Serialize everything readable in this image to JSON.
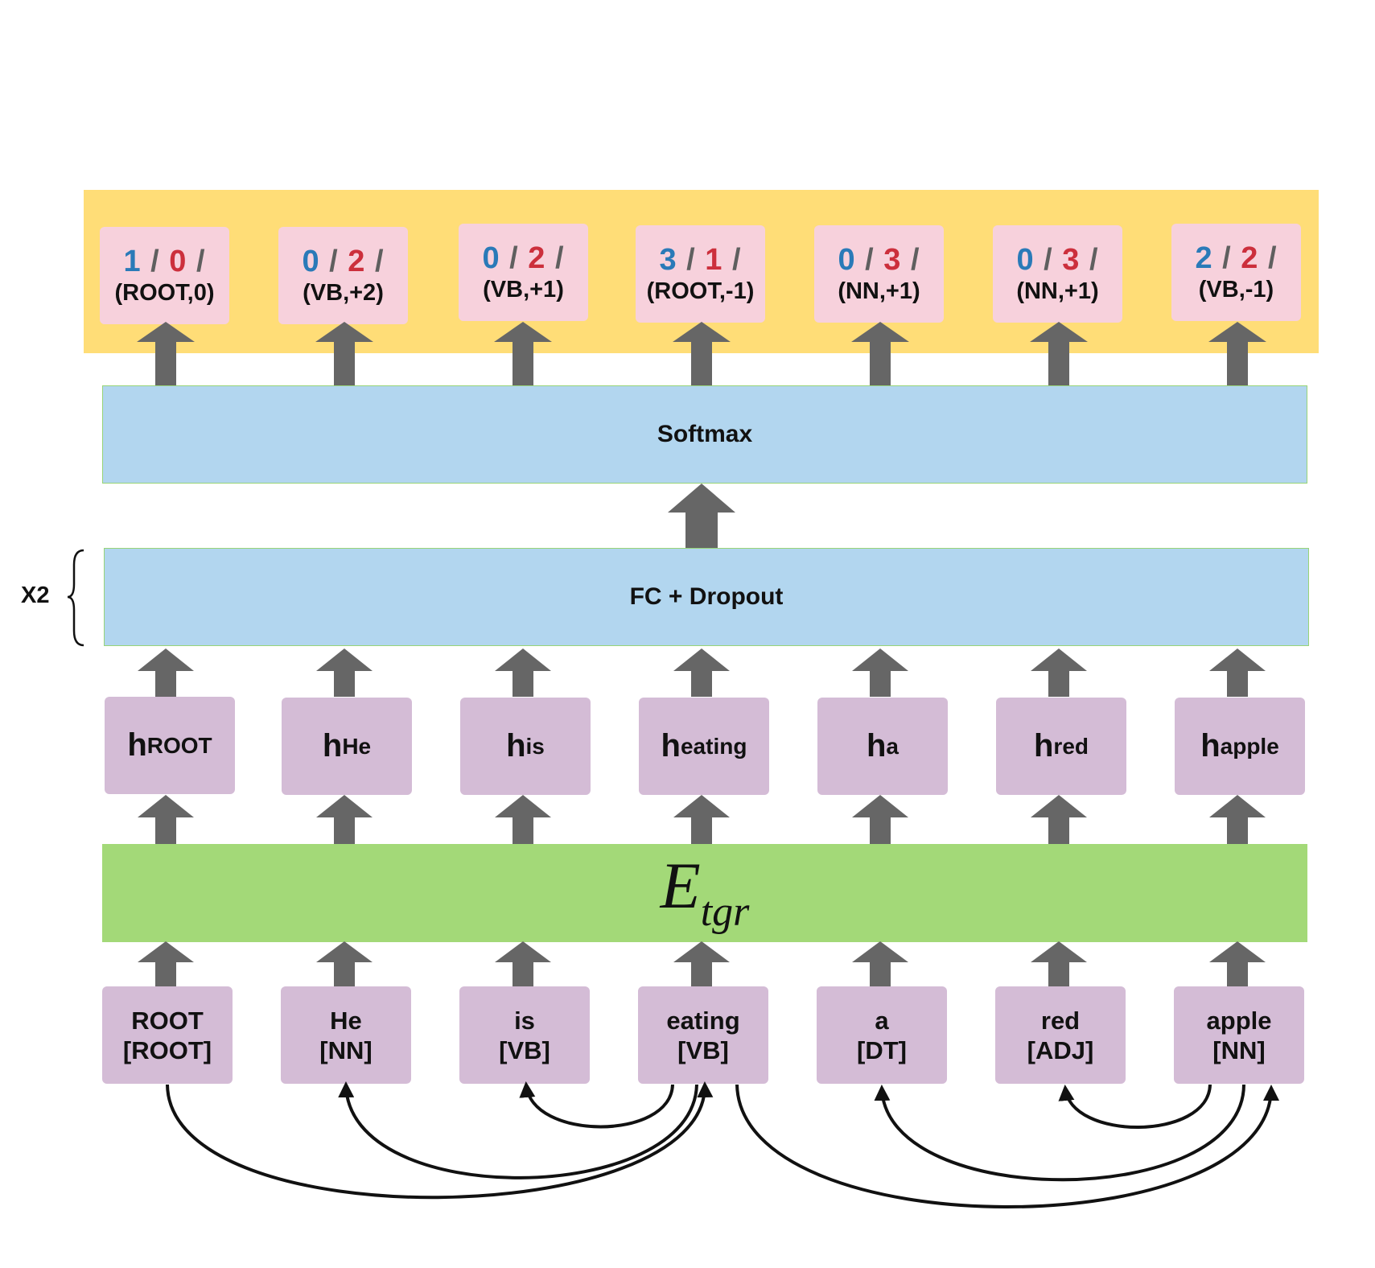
{
  "outputs": [
    {
      "head": "1",
      "rel": "0",
      "label": "(ROOT,0)"
    },
    {
      "head": "0",
      "rel": "2",
      "label": "(VB,+2)"
    },
    {
      "head": "0",
      "rel": "2",
      "label": "(VB,+1)"
    },
    {
      "head": "3",
      "rel": "1",
      "label": "(ROOT,-1)"
    },
    {
      "head": "0",
      "rel": "3",
      "label": "(NN,+1)"
    },
    {
      "head": "0",
      "rel": "3",
      "label": "(NN,+1)"
    },
    {
      "head": "2",
      "rel": "2",
      "label": "(VB,-1)"
    }
  ],
  "separator": "/",
  "layers": {
    "softmax": "Softmax",
    "fc": "FC + Dropout",
    "fc_repeat": "X2",
    "encoder_symbol": "E",
    "encoder_subscript": "tgr"
  },
  "hidden": [
    {
      "symbol": "h",
      "sub": "ROOT"
    },
    {
      "symbol": "h",
      "sub": "He"
    },
    {
      "symbol": "h",
      "sub": "is"
    },
    {
      "symbol": "h",
      "sub": "eating"
    },
    {
      "symbol": "h",
      "sub": "a"
    },
    {
      "symbol": "h",
      "sub": "red"
    },
    {
      "symbol": "h",
      "sub": "apple"
    }
  ],
  "tokens": [
    {
      "word": "ROOT",
      "tag": "[ROOT]"
    },
    {
      "word": "He",
      "tag": "[NN]"
    },
    {
      "word": "is",
      "tag": "[VB]"
    },
    {
      "word": "eating",
      "tag": "[VB]"
    },
    {
      "word": "a",
      "tag": "[DT]"
    },
    {
      "word": "red",
      "tag": "[ADJ]"
    },
    {
      "word": "apple",
      "tag": "[NN]"
    }
  ],
  "colors": {
    "output_band": "#ffdd77",
    "output_box": "#f7d1dc",
    "head_number": "#2a7ab8",
    "relation_number": "#cc2f3c",
    "layer_blue": "#b2d6ef",
    "encoder_green": "#a3d978",
    "token_box": "#d4bcd6",
    "arrow": "#666666"
  }
}
